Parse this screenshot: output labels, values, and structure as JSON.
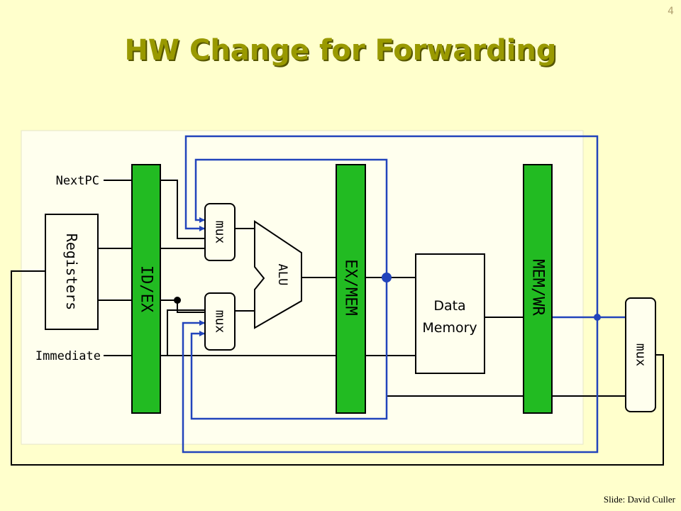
{
  "slide": {
    "number": "4",
    "title": "HW Change for Forwarding",
    "credit": "Slide: David Culler"
  },
  "colors": {
    "background": "#ffffcc",
    "title": "#999900",
    "pipeline_register": "#22bb22",
    "forwarding_path": "#2244bb",
    "wire": "#000000",
    "light_box": "#ffffee"
  },
  "diagram": {
    "labels": {
      "next_pc": "NextPC",
      "immediate": "Immediate",
      "registers": "Registers",
      "id_ex": "ID/EX",
      "ex_mem": "EX/MEM",
      "mem_wr": "MEM/WR",
      "alu": "ALU",
      "mux_a": "mux",
      "mux_b": "mux",
      "mux_wb": "mux",
      "data_memory_line1": "Data",
      "data_memory_line2": "Memory"
    }
  }
}
